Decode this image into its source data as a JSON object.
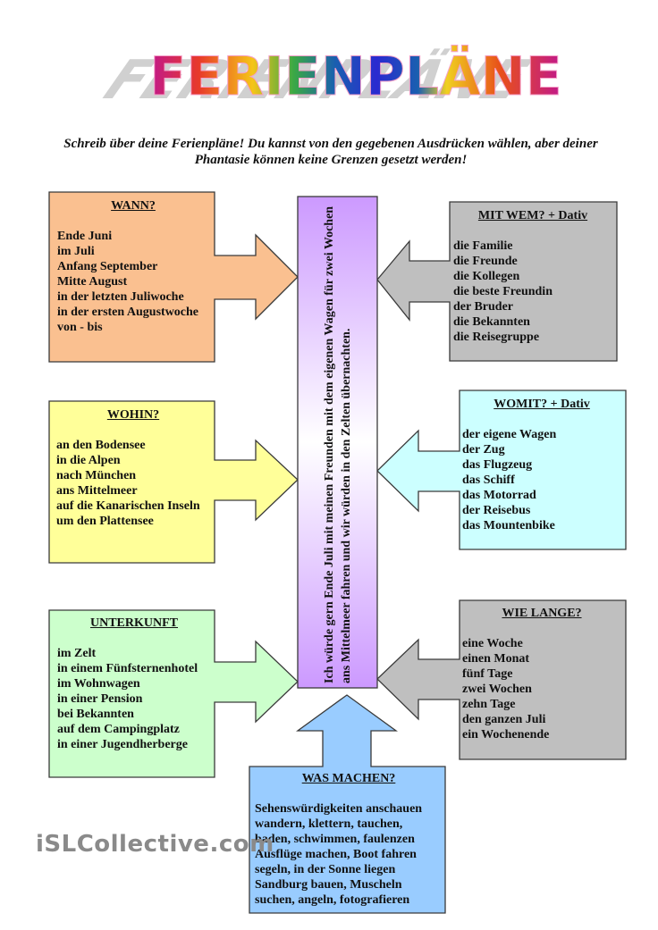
{
  "title": "FERIENPLÄNE",
  "instructions": "Schreib über deine Ferienpläne! Du kannst von den gegebenen Ausdrücken wählen, aber deiner Phantasie können keine Grenzen gesetzt werden!",
  "center_sentence": "Ich würde gern Ende Juli mit meinen Freunden mit dem eigenen Wagen für zwei Wochen ans Mittelmeer fahren und wir würden in den Zelten übernachten.",
  "colors": {
    "wann": "#fac090",
    "mitwem": "#bfbfbf",
    "wohin": "#ffff99",
    "womit": "#ccffff",
    "unterkunft": "#ccffcc",
    "wielange": "#bfbfbf",
    "wasmachen": "#99ccff",
    "center_top": "#cc99ff",
    "center_bottom": "#ffffff"
  },
  "boxes": {
    "wann": {
      "header": "WANN?",
      "items": [
        "Ende Juni",
        "im Juli",
        "Anfang September",
        "Mitte August",
        "in der letzten Juliwoche",
        "in der ersten Augustwoche",
        "von   - bis"
      ]
    },
    "mitwem": {
      "header": "MIT WEM? + Dativ",
      "items": [
        "die Familie",
        "die Freunde",
        "die Kollegen",
        "die beste Freundin",
        "der Bruder",
        "die Bekannten",
        "die Reisegruppe"
      ]
    },
    "wohin": {
      "header": "WOHIN?",
      "items": [
        "an den Bodensee",
        "in die Alpen",
        "nach München",
        "ans Mittelmeer",
        "auf die Kanarischen Inseln",
        "um den Plattensee"
      ]
    },
    "womit": {
      "header": "WOMIT? + Dativ",
      "items": [
        "der eigene Wagen",
        "der Zug",
        "das Flugzeug",
        "das Schiff",
        "das Motorrad",
        "der Reisebus",
        "das Mountenbike"
      ]
    },
    "unterkunft": {
      "header": "UNTERKUNFT",
      "items": [
        "im Zelt",
        "in einem Fünfsternenhotel",
        "im Wohnwagen",
        "in einer Pension",
        "bei Bekannten",
        "auf dem Campingplatz",
        "in einer Jugendherberge"
      ]
    },
    "wielange": {
      "header": "WIE LANGE?",
      "items": [
        "eine Woche",
        "einen Monat",
        "fünf Tage",
        "zwei Wochen",
        "zehn Tage",
        "den ganzen Juli",
        "ein Wochenende"
      ]
    },
    "wasmachen": {
      "header": "WAS MACHEN?",
      "items": [
        "Sehenswürdigkeiten anschauen",
        "wandern, klettern, tauchen,",
        "baden, schwimmen, faulenzen",
        "Ausflüge machen, Boot fahren",
        "segeln, in der Sonne liegen",
        "Sandburg bauen, Muscheln",
        "suchen, angeln, fotografieren"
      ]
    }
  },
  "watermark": "iSLCollective.com"
}
